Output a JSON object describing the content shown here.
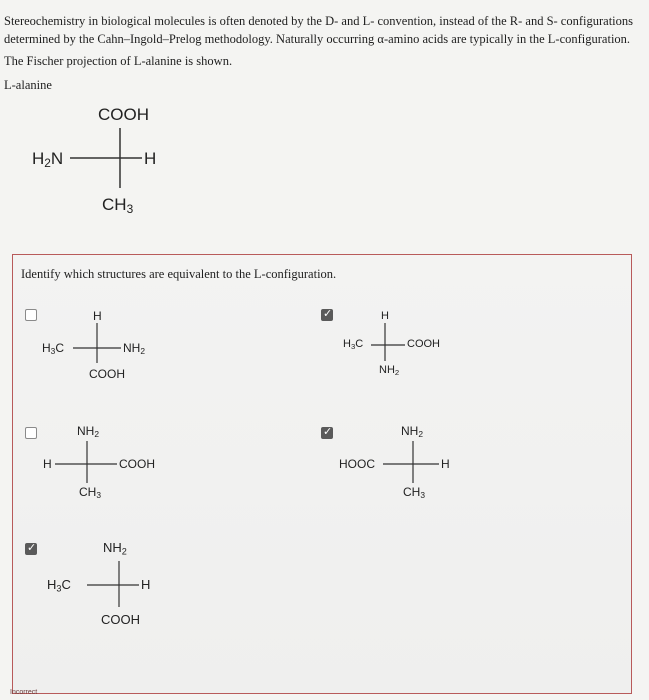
{
  "intro": {
    "line1": "Stereochemistry in biological molecules is often denoted by the D- and L- convention, instead of the R- and S- configurations",
    "line2": "determined by the Cahn–Ingold–Prelog methodology. Naturally occurring α-amino acids are typically in the L-configuration.",
    "line3": "The Fischer projection of L-alanine is shown.",
    "compound_label": "L-alanine"
  },
  "reference": {
    "top": "COOH",
    "left_main": "H",
    "left_sub": "2",
    "left_tail": "N",
    "right": "H",
    "bottom_main": "CH",
    "bottom_sub": "3"
  },
  "question": {
    "prompt": "Identify which structures are equivalent to the L-configuration.",
    "status": "Incorrect"
  },
  "options": [
    {
      "checked": false,
      "top": "H",
      "left": "H",
      "left_sub": "3",
      "left_tail": "C",
      "right": "NH",
      "right_sub": "2",
      "bottom": "COOH",
      "bottom_sub": ""
    },
    {
      "checked": true,
      "top": "H",
      "left": "H",
      "left_sub": "3",
      "left_tail": "C",
      "right": "COOH",
      "bottom": "NH",
      "bottom_sub": "2"
    },
    {
      "checked": false,
      "top": "NH",
      "top_sub": "2",
      "left": "H",
      "right": "COOH",
      "bottom": "CH",
      "bottom_sub": "3"
    },
    {
      "checked": true,
      "top": "NH",
      "top_sub": "2",
      "left": "HOOC",
      "right": "H",
      "bottom": "CH",
      "bottom_sub": "3"
    },
    {
      "checked": true,
      "top": "NH",
      "top_sub": "2",
      "left": "H",
      "left_sub": "3",
      "left_tail": "C",
      "right": "H",
      "bottom": "COOH"
    }
  ]
}
